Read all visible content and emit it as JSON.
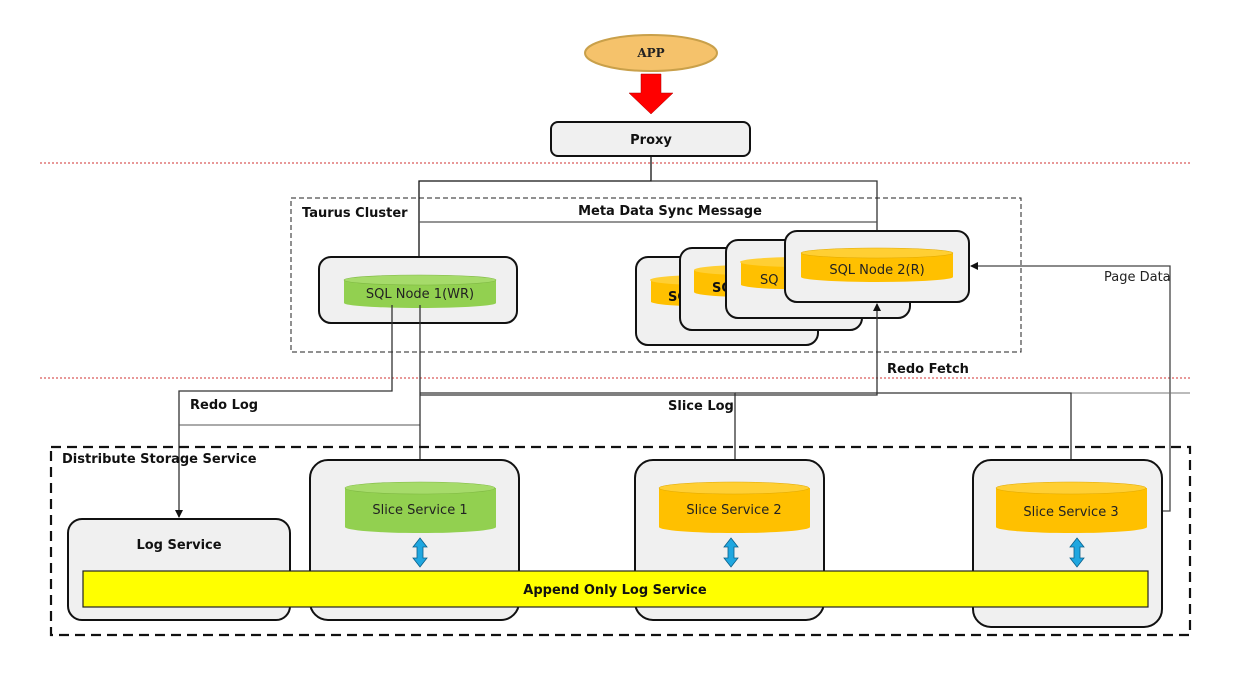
{
  "app": {
    "label": "APP"
  },
  "proxy": {
    "label": "Proxy"
  },
  "taurus_cluster": {
    "title": "Taurus Cluster",
    "meta_sync_label": "Meta Data Sync Message",
    "write_node": {
      "label": "SQL Node 1(WR)"
    },
    "read_nodes_back": [
      "SQ",
      "SQ",
      "SQ"
    ],
    "read_node_front": {
      "label": "SQL Node 2(R)"
    }
  },
  "flows": {
    "redo_fetch": "Redo Fetch",
    "page_data": "Page Data",
    "redo_log": "Redo Log",
    "slice_log": "Slice Log"
  },
  "storage": {
    "title": "Distribute Storage Service",
    "log_service": "Log Service",
    "append_only": "Append Only Log Service",
    "slices": [
      {
        "label": "Slice Service 1",
        "color": "#92d050"
      },
      {
        "label": "Slice Service 2",
        "color": "#ffc000"
      },
      {
        "label": "Slice Service 3",
        "color": "#ffc000"
      }
    ]
  },
  "colors": {
    "app_fill": "#f5c26b",
    "app_stroke": "#c9a04a",
    "arrow_red": "#ff0000",
    "box_fill": "#f0f0f0",
    "write_green": "#92d050",
    "read_orange": "#ffc000",
    "bus_yellow": "#ffff00",
    "sync_arrow_blue": "#1fa7e0",
    "separator_red": "#d03030"
  }
}
